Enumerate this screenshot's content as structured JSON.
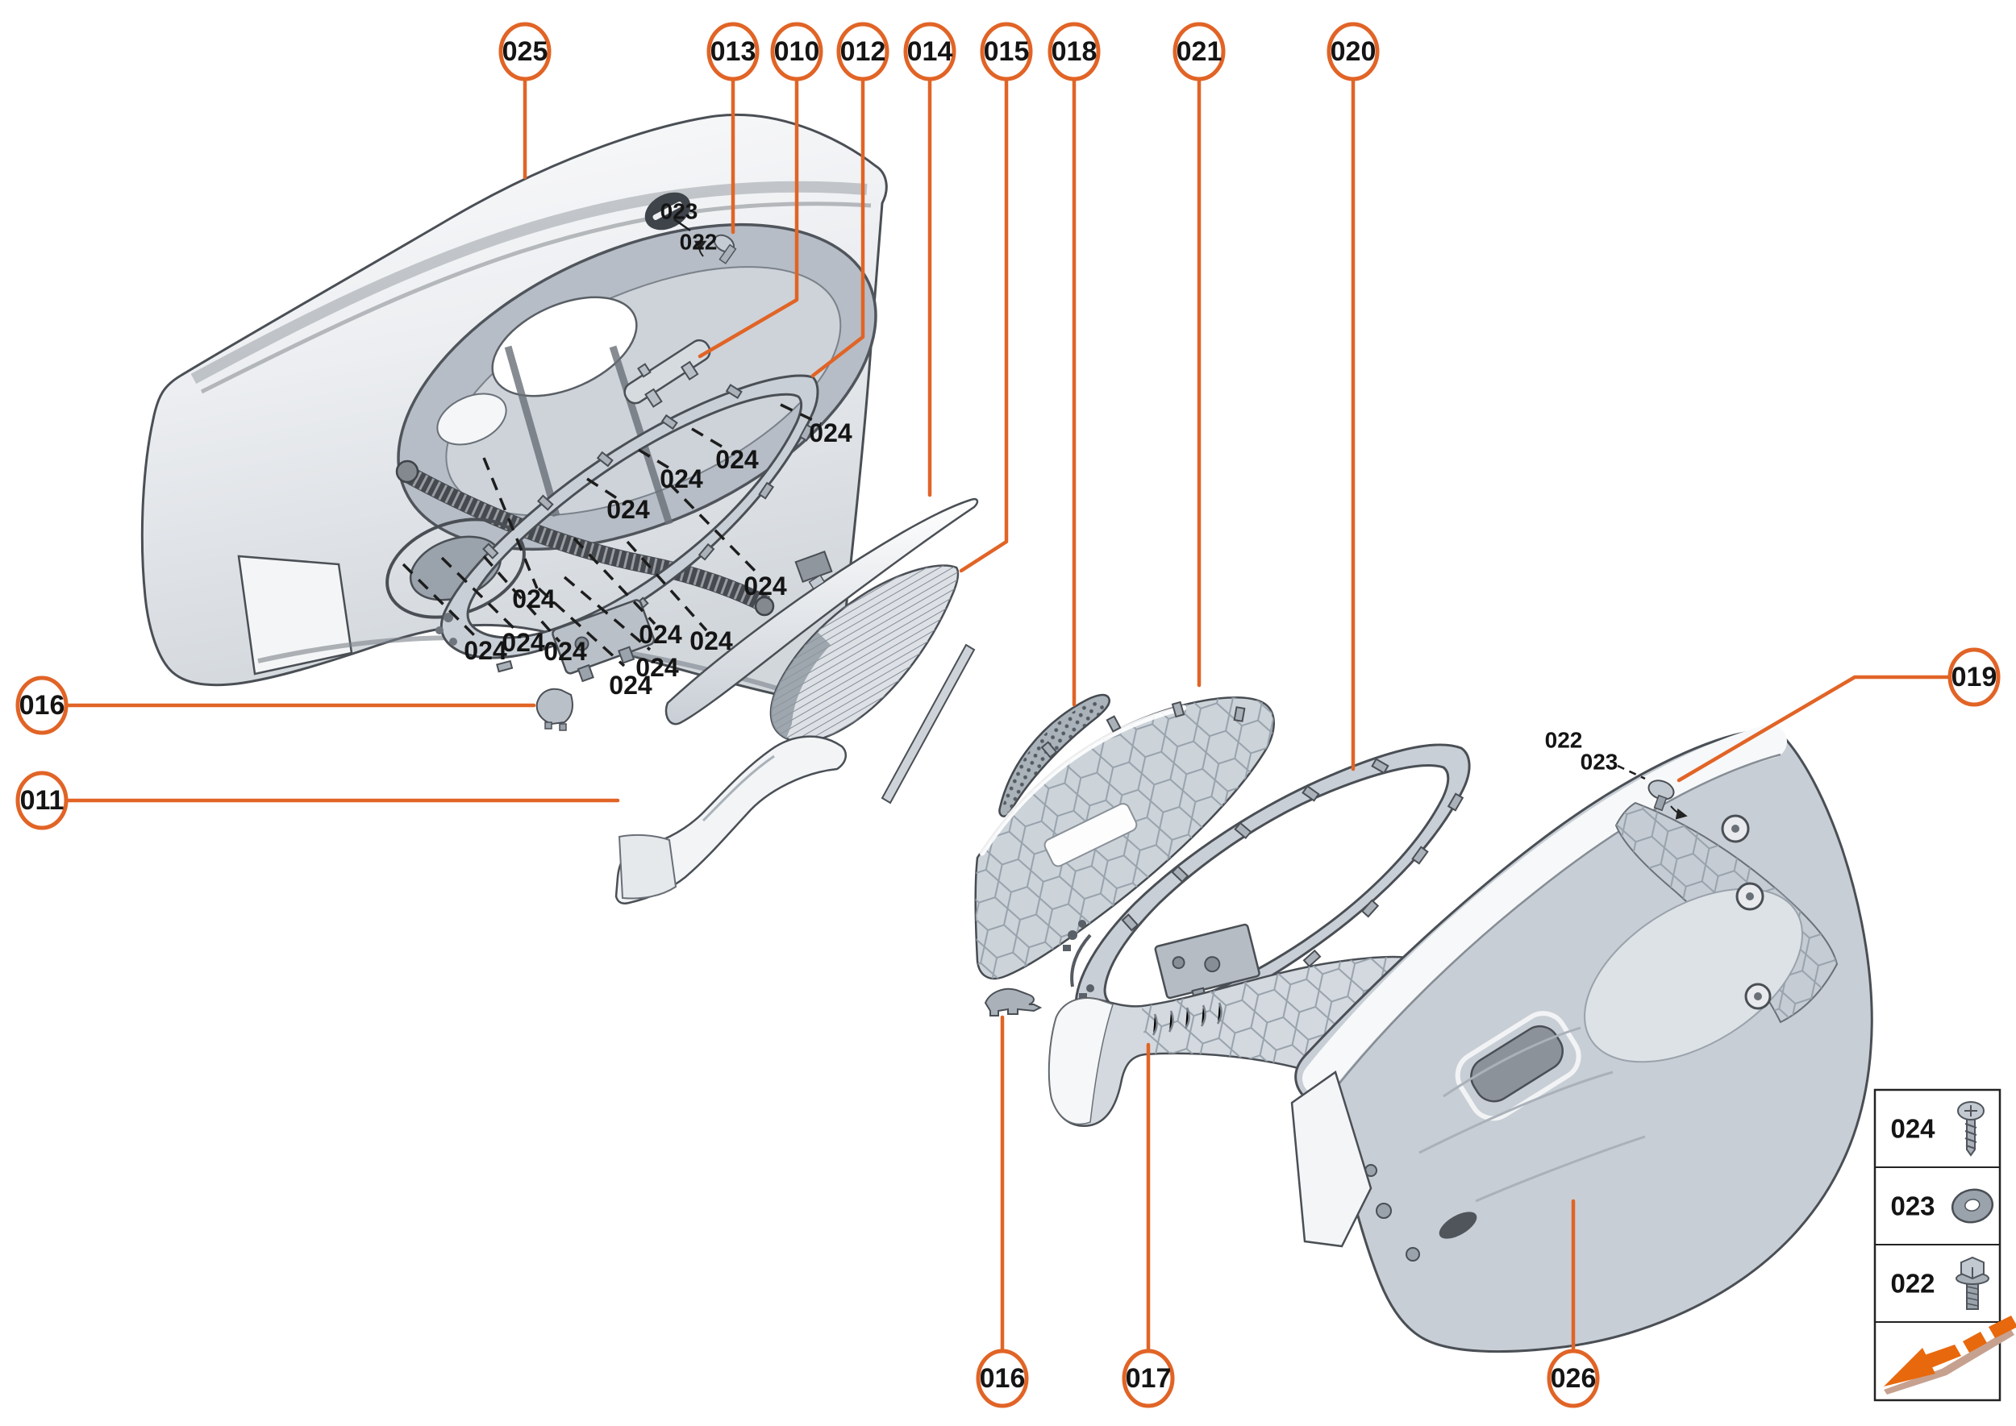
{
  "diagram_title": "door-trim-exploded-parts-diagram",
  "callouts": {
    "c010": "010",
    "c011": "011",
    "c012": "012",
    "c013": "013",
    "c014": "014",
    "c015": "015",
    "c016": "016",
    "c017": "017",
    "c018": "018",
    "c019": "019",
    "c020": "020",
    "c021": "021",
    "c025": "025",
    "c026": "026"
  },
  "labels": {
    "screw": "024",
    "washer": "023",
    "bolt": "022"
  },
  "legend": {
    "rows": [
      {
        "label": "024",
        "icon": "screw-icon"
      },
      {
        "label": "023",
        "icon": "washer-icon"
      },
      {
        "label": "022",
        "icon": "bolt-icon"
      },
      {
        "label": "",
        "icon": "removal-direction-arrow-icon"
      }
    ]
  },
  "colors": {
    "accent_orange": "#E16426",
    "arrow_orange": "#E8680D",
    "arrow_shadow_tan": "#C7A18F",
    "outline_dark": "#4A4F55"
  }
}
